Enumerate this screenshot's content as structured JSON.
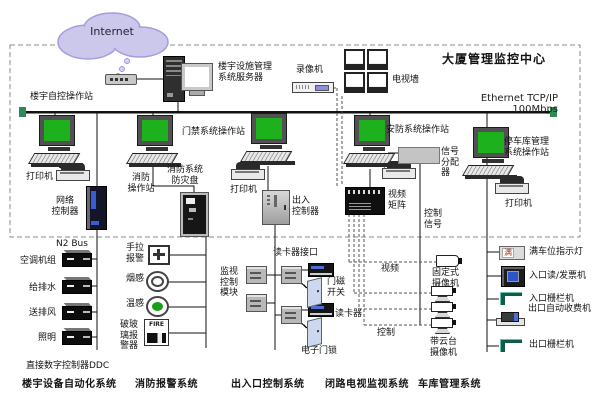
{
  "colors": {
    "screen_green": "#1db21d",
    "cloud_fill": "#ccc8ec",
    "cloud_stroke": "#a49ddb",
    "terminator_green": "#2e8b57",
    "barrier_teal": "#0d5c4e",
    "panel_blue": "#2f54c8",
    "sensor_green": "#17a017"
  },
  "header": {
    "internet": "Internet",
    "title": "大厦管理监控中心",
    "ethernet": "Ethernet TCP/IP 100Mbps",
    "building_ws": "楼宇自控操作站",
    "server": "楼宇设施管理\n系统服务器",
    "recorder": "录像机",
    "tv_wall": "电视墙"
  },
  "mid": {
    "printer": "打印机",
    "network_controller": "网络\n控制器",
    "fire_ws": "消防\n操作站",
    "fire_panel": "消防系统\n防灾盘",
    "door_ws": "门禁系统操作站",
    "access_controller": "出入\n控制器",
    "security_ws": "安防系统操作站",
    "signal_splitter": "信号\n分配\n器",
    "video_matrix": "视频\n矩阵",
    "control_signal": "控制\n信号",
    "parking_ws": "停车库管理\n系统操作站"
  },
  "bas": {
    "bus": "N2 Bus",
    "devices": [
      "空调机组",
      "给排水",
      "送排风",
      "照明"
    ],
    "ddc": "直接数字控制器DDC",
    "section": "楼宇设备自动化系统"
  },
  "fire": {
    "pull": "手拉\n报警",
    "smoke": "烟感",
    "heat": "温感",
    "glass": "破玻\n璃报\n警器",
    "fire_text": "FIRE",
    "section": "消防报警系统"
  },
  "door": {
    "module": "监视\n控制\n模块",
    "reader_if": "读卡器接口",
    "magnet": "门磁\n开关",
    "reader": "读卡器",
    "lock": "电子门锁",
    "section": "出入口控制系统"
  },
  "cctv": {
    "video": "视频",
    "control": "控制",
    "fixed_cam": "固定式\n摄像机",
    "ptz_cam": "带云台\n摄像机",
    "section": "闭路电视监视系统"
  },
  "garage": {
    "full_char": "满",
    "full_light": "满车位指示灯",
    "ticket": "入口读/发票机",
    "barrier_in": "入口栅栏机",
    "toll": "出口自动收费机",
    "barrier_out": "出口栅栏机",
    "section": "车库管理系统"
  }
}
